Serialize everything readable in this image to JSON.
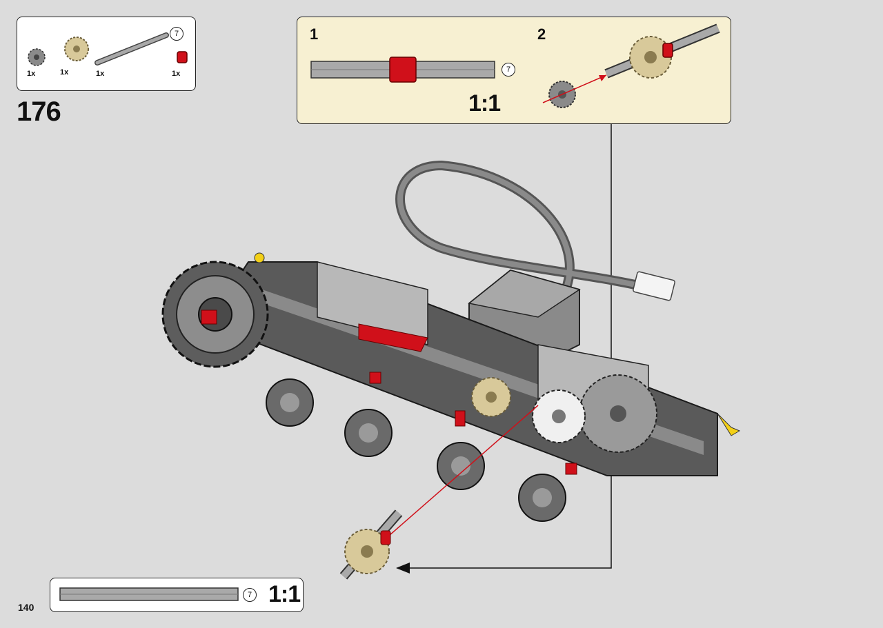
{
  "parts_list": {
    "items": [
      {
        "name": "gray-gear-12-tooth",
        "qty": "1x",
        "color": "#7a7a7a"
      },
      {
        "name": "tan-gear-20-tooth",
        "qty": "1x",
        "color": "#d8c99a"
      },
      {
        "name": "gray-axle-7",
        "qty": "1x",
        "color": "#9a9a9a"
      },
      {
        "name": "red-bush",
        "qty": "1x",
        "color": "#d0101a"
      }
    ],
    "axle_length": "7"
  },
  "step": {
    "number": "176"
  },
  "sub_assembly": {
    "step1": {
      "number": "1",
      "axle_length": "7",
      "ratio": "1:1"
    },
    "step2": {
      "number": "2"
    }
  },
  "bottom_callout": {
    "axle_length": "7",
    "ratio": "1:1"
  },
  "page": {
    "number": "140"
  },
  "colors": {
    "callout_bg": "#f7f0d2",
    "page_bg": "#dcdcdc",
    "red": "#d0101a",
    "tan": "#d8c99a",
    "dark_gray": "#555555"
  }
}
